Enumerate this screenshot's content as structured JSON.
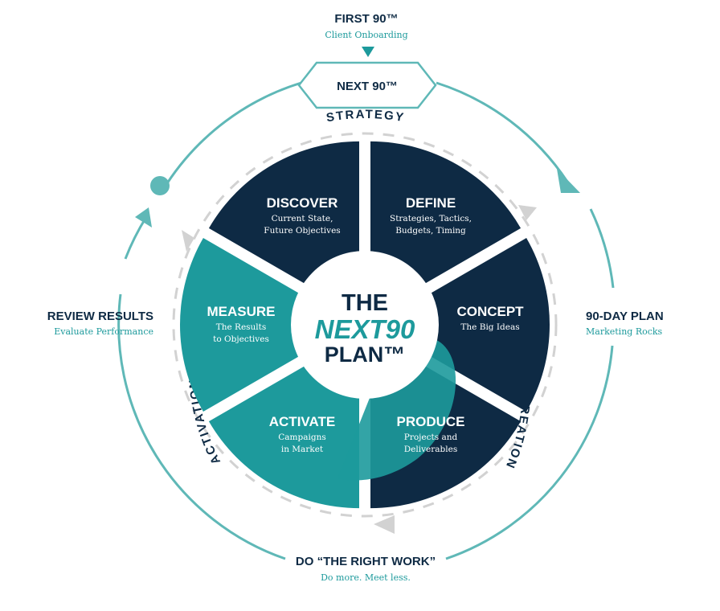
{
  "colors": {
    "navy": "#0e2a44",
    "teal": "#1d9a9c",
    "teal_line": "#5fb8b7",
    "gray": "#cfcfcf"
  },
  "top": {
    "title": "FIRST 90™",
    "subtitle": "Client Onboarding"
  },
  "hexagon_label": "NEXT 90™",
  "arc_labels": {
    "strategy": "STRATEGY",
    "creation": "CREATION",
    "activation": "ACTIVATION"
  },
  "side_left": {
    "title": "REVIEW RESULTS",
    "subtitle": "Evaluate Performance"
  },
  "side_right": {
    "title": "90-DAY PLAN",
    "subtitle": "Marketing Rocks"
  },
  "bottom": {
    "title": "DO “THE RIGHT WORK”",
    "subtitle": "Do more. Meet less."
  },
  "center": {
    "line1": "THE",
    "line2": "NEXT90",
    "line3": "PLAN™"
  },
  "segments": [
    {
      "title": "DISCOVER",
      "sub1": "Current State,",
      "sub2": "Future Objectives"
    },
    {
      "title": "DEFINE",
      "sub1": "Strategies, Tactics,",
      "sub2": "Budgets, Timing"
    },
    {
      "title": "CONCEPT",
      "sub1": "The Big Ideas",
      "sub2": ""
    },
    {
      "title": "PRODUCE",
      "sub1": "Projects and",
      "sub2": "Deliverables"
    },
    {
      "title": "ACTIVATE",
      "sub1": "Campaigns",
      "sub2": "in Market"
    },
    {
      "title": "MEASURE",
      "sub1": "The Results",
      "sub2": "to Objectives"
    }
  ]
}
